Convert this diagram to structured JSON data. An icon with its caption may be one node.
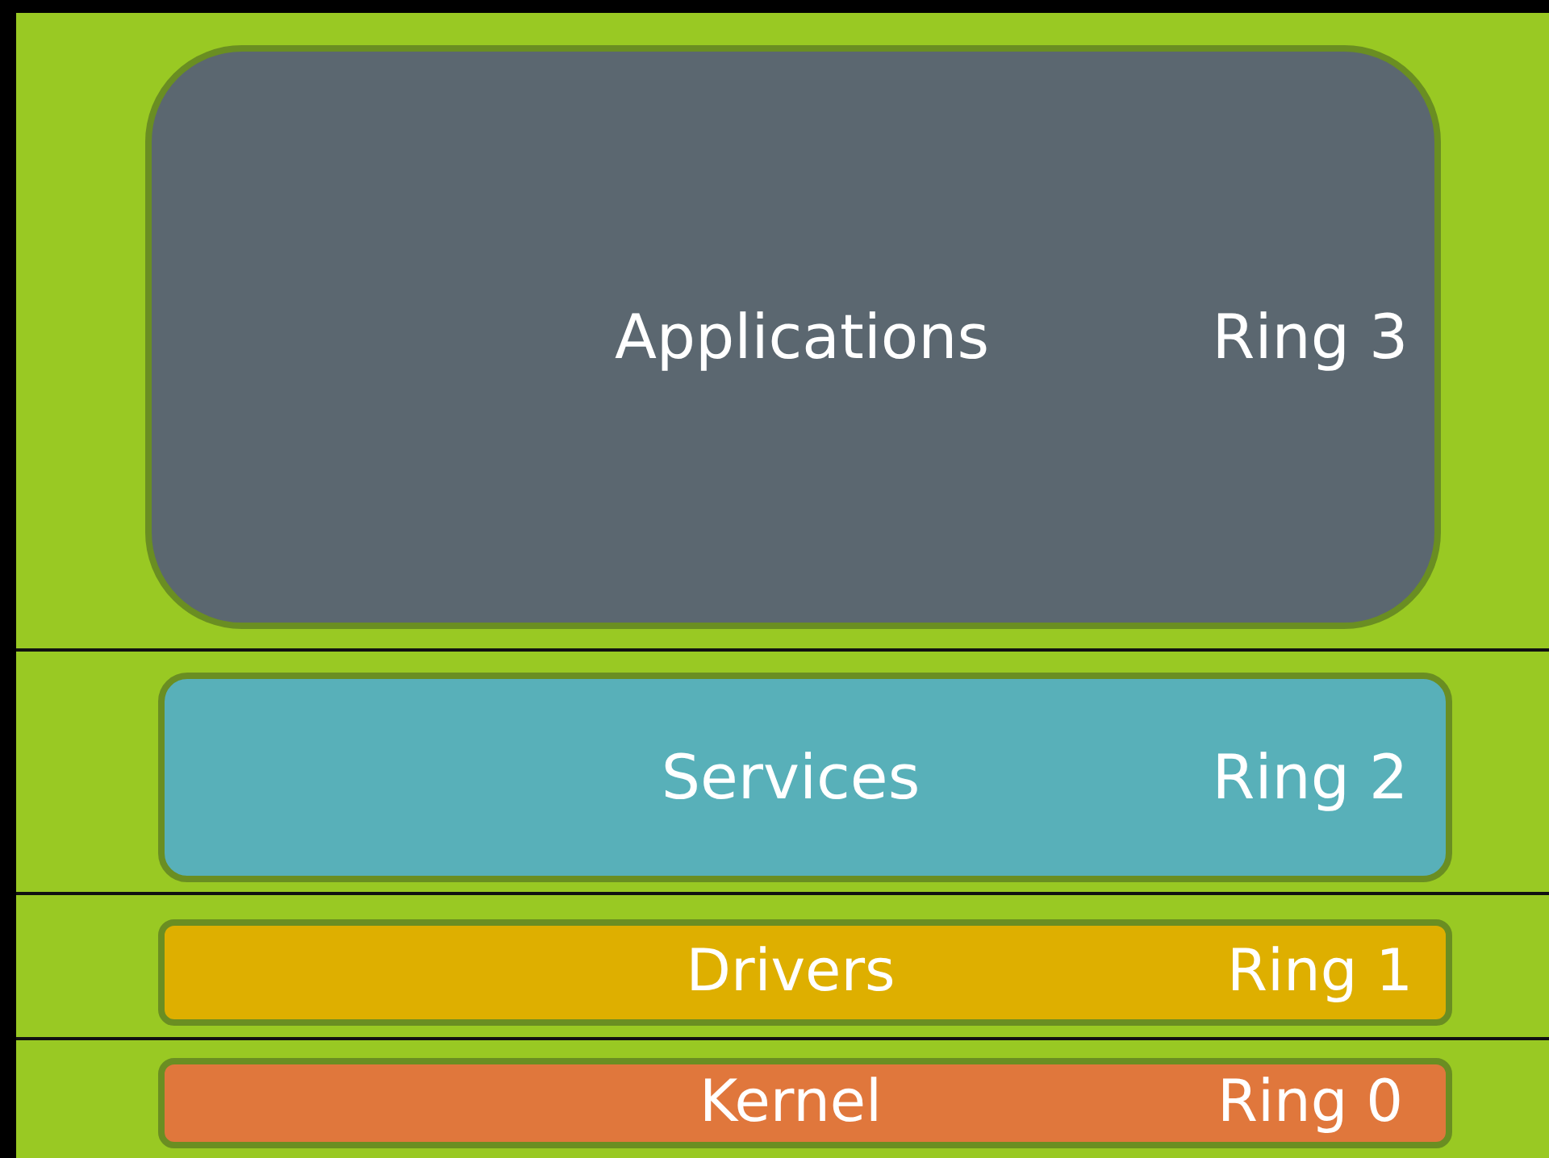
{
  "diagram": {
    "nodes": [
      {
        "text": [
          "Applications",
          "Ring 3"
        ]
      },
      {
        "text": [
          "Services",
          "Ring 2"
        ]
      },
      {
        "text": [
          "Drivers",
          "Ring 1"
        ]
      },
      {
        "text": [
          "Kernel",
          "Ring 0"
        ]
      }
    ]
  }
}
